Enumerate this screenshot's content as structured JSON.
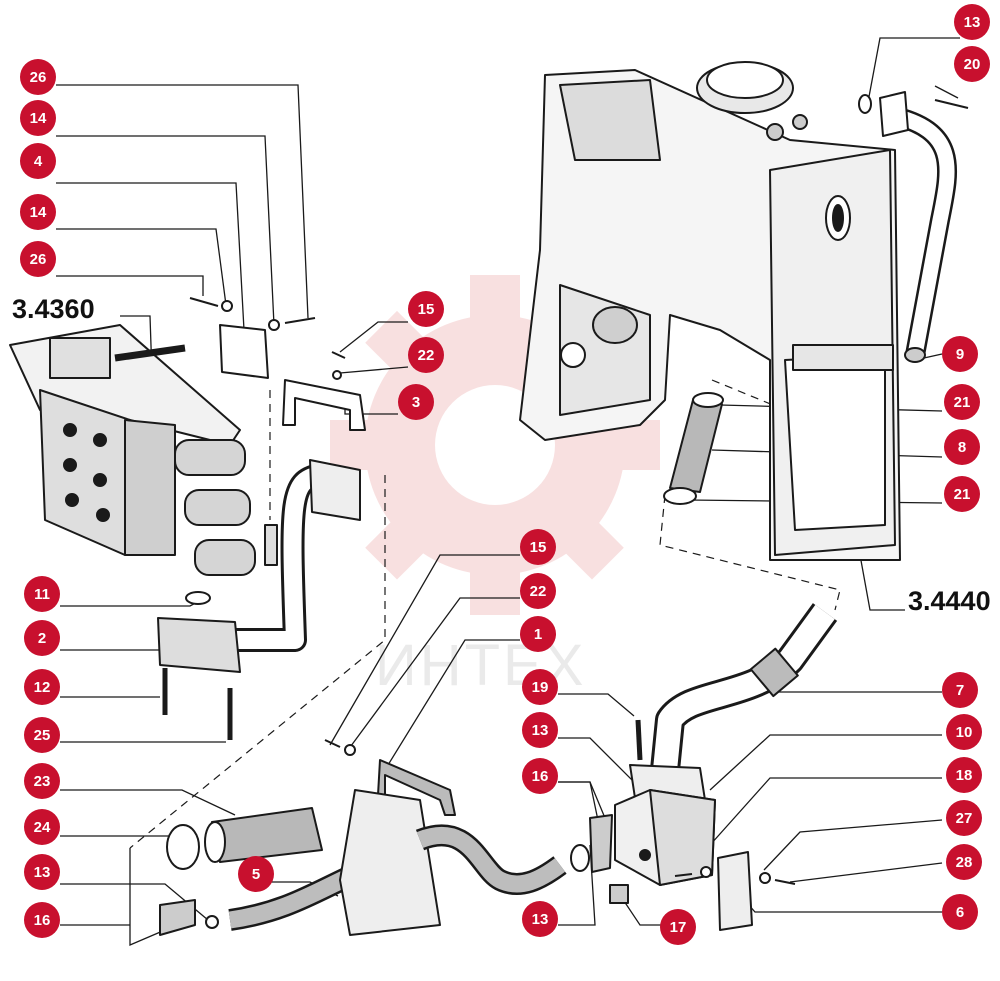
{
  "colors": {
    "callout": "#c8102e",
    "ink": "#1a1a1a",
    "watermark": "#f3c7c7"
  },
  "assembly_labels": {
    "valve_block": "3.4360",
    "tank_frame": "3.4440"
  },
  "watermark": {
    "text": "ИНТЕХ",
    "icon": "gear-logo-icon"
  },
  "callouts": {
    "c26a": "26",
    "c14a": "14",
    "c4": "4",
    "c14b": "14",
    "c26b": "26",
    "c15a": "15",
    "c22a": "22",
    "c3": "3",
    "c13a": "13",
    "c20": "20",
    "c9": "9",
    "c21a": "21",
    "c8": "8",
    "c21b": "21",
    "c11": "11",
    "c2": "2",
    "c12": "12",
    "c25": "25",
    "c23": "23",
    "c24": "24",
    "c13b": "13",
    "c16a": "16",
    "c15b": "15",
    "c22b": "22",
    "c1": "1",
    "c5": "5",
    "c19": "19",
    "c13c": "13",
    "c16b": "16",
    "c13d": "13",
    "c17": "17",
    "c7": "7",
    "c10": "10",
    "c18": "18",
    "c27": "27",
    "c28": "28",
    "c6": "6"
  }
}
